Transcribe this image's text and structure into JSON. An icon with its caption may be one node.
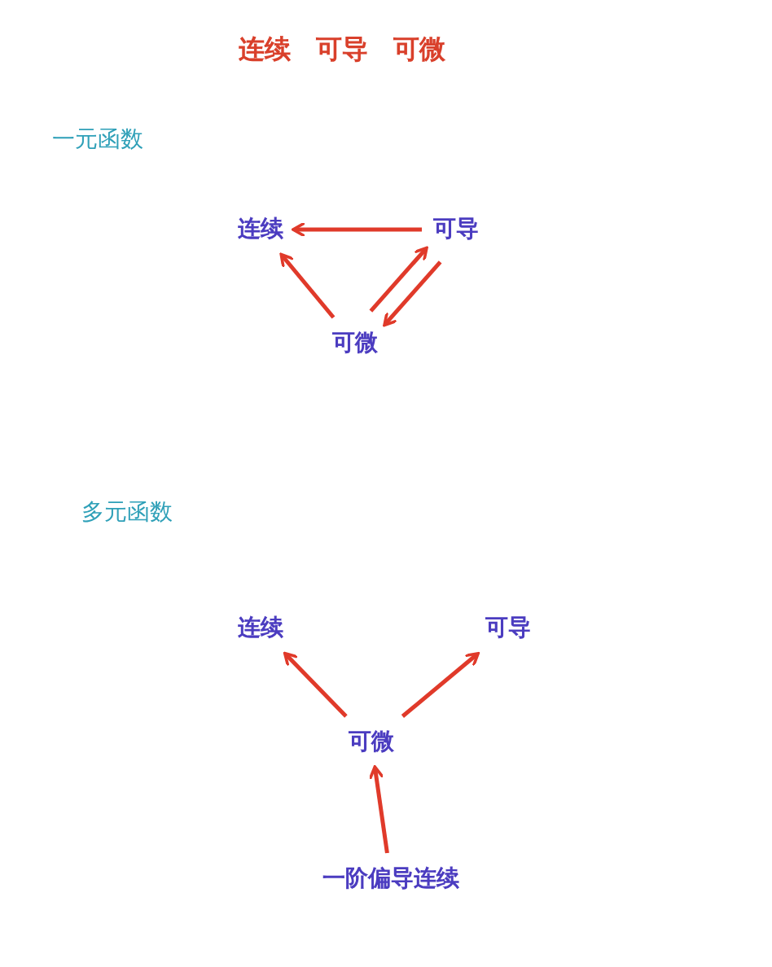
{
  "diagram": {
    "title": "连续 可导 可微",
    "nodes": [
      {
        "text": [
          "连续"
        ]
      },
      {
        "text": [
          "可导"
        ]
      },
      {
        "text": [
          "可微"
        ]
      },
      {
        "text": [
          "连续"
        ]
      },
      {
        "text": [
          "可导"
        ]
      },
      {
        "text": [
          "可微"
        ]
      },
      {
        "text": [
          "一阶偏导连续"
        ]
      }
    ],
    "edges": [
      {
        "from": 1,
        "to": 0,
        "arrow": "to"
      },
      {
        "from": 2,
        "to": 0,
        "arrow": "to"
      },
      {
        "from": 2,
        "to": 1,
        "arrow": "to"
      },
      {
        "from": 1,
        "to": 2,
        "arrow": "to"
      },
      {
        "from": 5,
        "to": 3,
        "arrow": "to"
      },
      {
        "from": 5,
        "to": 4,
        "arrow": "to"
      },
      {
        "from": 6,
        "to": 5,
        "arrow": "to"
      }
    ],
    "labels": [
      "一元函数",
      "多元函数"
    ]
  }
}
